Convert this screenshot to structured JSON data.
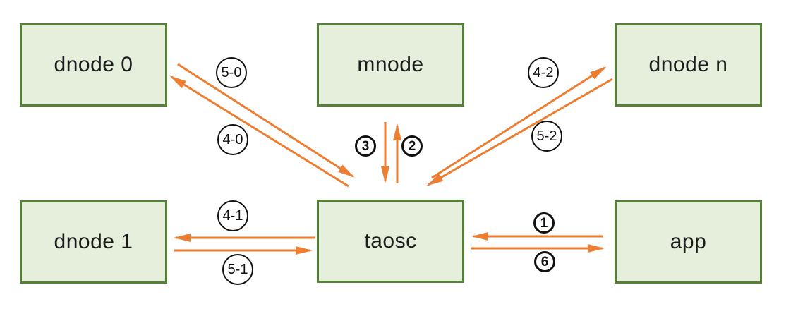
{
  "diagram": {
    "type": "architecture-flow",
    "background": "#ffffff",
    "colors": {
      "node_fill": "#e5efdb",
      "node_border": "#548235",
      "arrow": "#ed7d31",
      "label_circle_border": "#111111",
      "label_text": "#111111",
      "node_text": "#1c1c1c"
    },
    "nodes": [
      {
        "id": "dnode0",
        "label": "dnode 0"
      },
      {
        "id": "mnode",
        "label": "mnode"
      },
      {
        "id": "dnoden",
        "label": "dnode n"
      },
      {
        "id": "dnode1",
        "label": "dnode 1"
      },
      {
        "id": "taosc",
        "label": "taosc"
      },
      {
        "id": "app",
        "label": "app"
      }
    ],
    "edges": [
      {
        "label": "1",
        "from": "app",
        "to": "taosc"
      },
      {
        "label": "2",
        "from": "taosc",
        "to": "mnode"
      },
      {
        "label": "3",
        "from": "mnode",
        "to": "taosc"
      },
      {
        "label": "4-0",
        "from": "taosc",
        "to": "dnode0"
      },
      {
        "label": "5-0",
        "from": "dnode0",
        "to": "taosc"
      },
      {
        "label": "4-1",
        "from": "taosc",
        "to": "dnode1"
      },
      {
        "label": "5-1",
        "from": "dnode1",
        "to": "taosc"
      },
      {
        "label": "4-2",
        "from": "taosc",
        "to": "dnoden"
      },
      {
        "label": "5-2",
        "from": "dnoden",
        "to": "taosc"
      },
      {
        "label": "6",
        "from": "taosc",
        "to": "app"
      }
    ]
  }
}
